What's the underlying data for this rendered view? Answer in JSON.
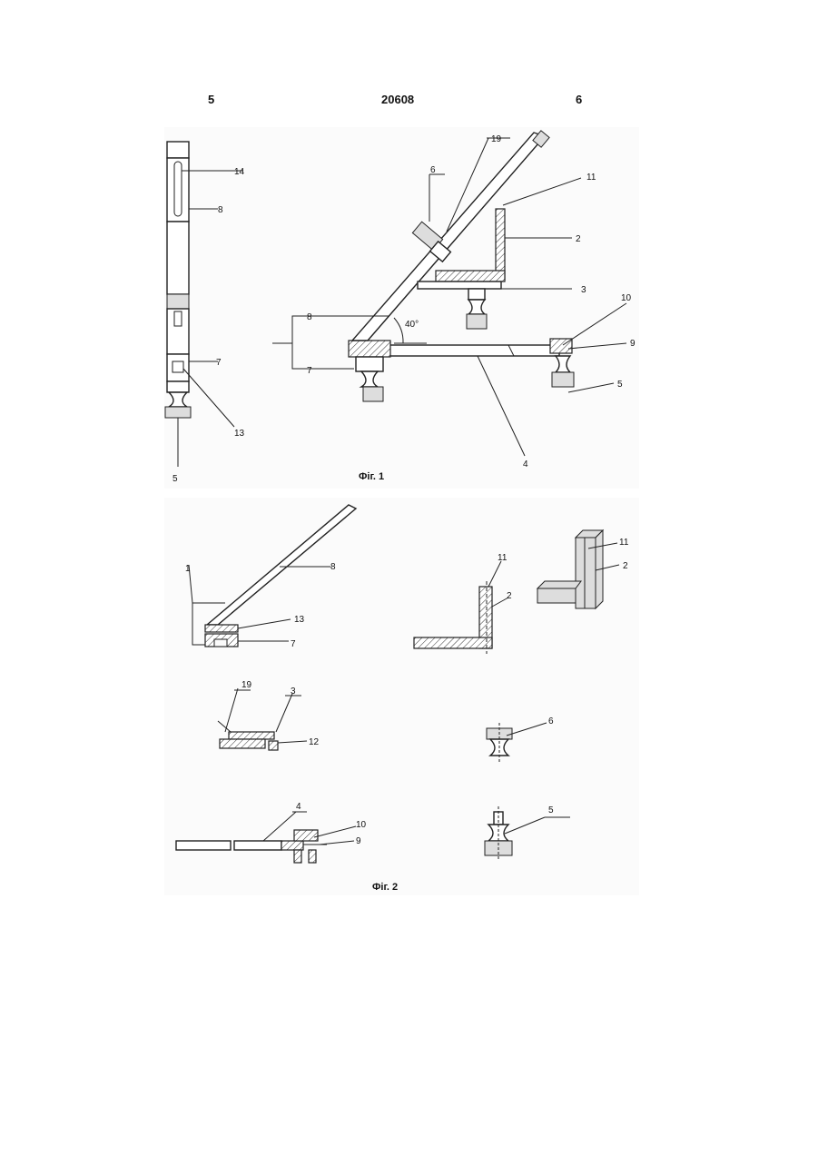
{
  "header": {
    "page_left": "5",
    "patent_number": "20608",
    "page_right": "6"
  },
  "figure1": {
    "caption": "Фіг. 1",
    "labels": {
      "l14": "14",
      "l8a": "8",
      "l7a": "7",
      "l13": "13",
      "l5a": "5",
      "l19": "19",
      "l6": "6",
      "l11": "11",
      "l2": "2",
      "l3": "3",
      "l10": "10",
      "l9": "9",
      "l5b": "5",
      "l4": "4",
      "l8b": "8",
      "l7b": "7",
      "angle": "40°"
    }
  },
  "figure2": {
    "caption": "Фіг. 2",
    "labels": {
      "l1": "1",
      "l8": "8",
      "l13": "13",
      "l7": "7",
      "l11a": "11",
      "l2a": "2",
      "l11b": "11",
      "l2b": "2",
      "l19": "19",
      "l3": "3",
      "l12": "12",
      "l6": "6",
      "l4": "4",
      "l10": "10",
      "l9": "9",
      "l5": "5"
    }
  }
}
